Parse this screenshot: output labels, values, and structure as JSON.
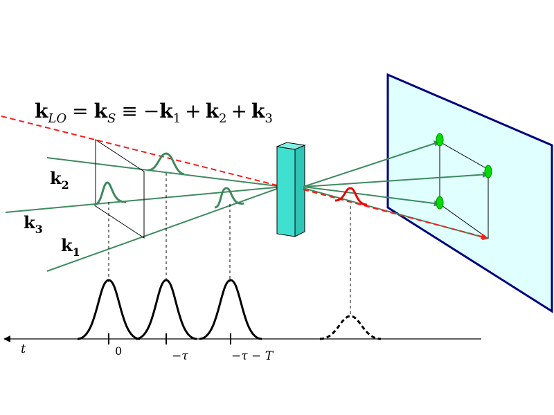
{
  "equation": {
    "lhs_base": "k",
    "lhs_sub": "LO",
    "eq1": "=",
    "s_base": "k",
    "s_sub": "S",
    "equiv": "≡",
    "minus": "−",
    "k1_base": "k",
    "k1_sub": "1",
    "plus1": "+",
    "k2_base": "k",
    "k2_sub": "2",
    "plus2": "+",
    "k3_base": "k",
    "k3_sub": "3"
  },
  "beam_labels": {
    "k2": {
      "base": "k",
      "sub": "2"
    },
    "k3": {
      "base": "k",
      "sub": "3"
    },
    "k1": {
      "base": "k",
      "sub": "1"
    }
  },
  "time_axis": {
    "t_label": "t",
    "tick_0": "0",
    "tick_tau": "−τ",
    "tick_tau_T": "−τ − T"
  },
  "colors": {
    "beam_green": "#3d8a5e",
    "lo_red": "#ff1a1a",
    "sample_face": "#40e0d0",
    "screen_fill": "#e0ffff",
    "screen_border": "#000080",
    "spot_green": "#00dd00",
    "signal_red": "#ee0000"
  }
}
